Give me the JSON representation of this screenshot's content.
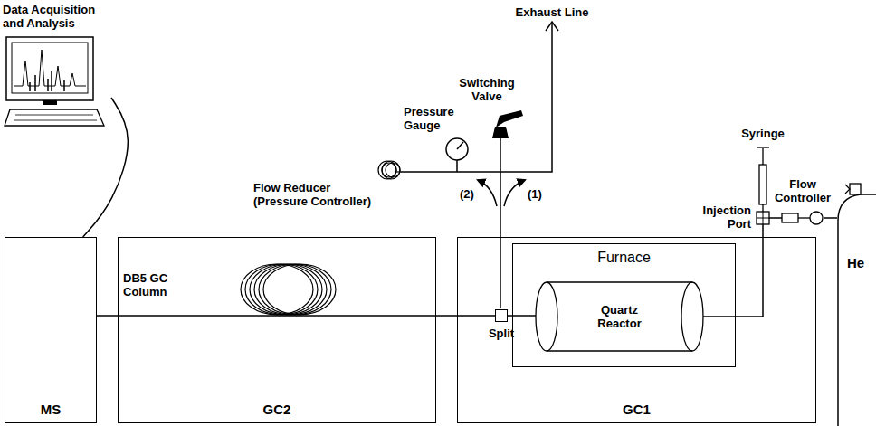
{
  "diagram": {
    "nodes": [
      {
        "text": [
          "Data Acquisition and Analysis"
        ]
      },
      {
        "text": [
          "Injection Port"
        ]
      },
      {
        "text": [
          "Flow Controller"
        ]
      },
      {
        "text": [
          "MS"
        ]
      },
      {
        "text": [
          "GC2"
        ]
      },
      {
        "text": [
          "GC1"
        ]
      },
      {
        "text": [
          "Furnace"
        ],
        "in": 5
      },
      {
        "text": [
          "Quartz Reactor"
        ],
        "in": 6
      },
      {
        "text": [
          "Split"
        ],
        "in": 5
      },
      {
        "text": [
          "He"
        ]
      }
    ],
    "edges": [
      {
        "from": 0,
        "to": 3,
        "arrow": "none"
      },
      {
        "from": 8,
        "to": 3,
        "arrow": "none"
      },
      {
        "from": 8,
        "to": 7,
        "arrow": "none"
      },
      {
        "from": 7,
        "to": 1,
        "arrow": "none"
      },
      {
        "from": 1,
        "to": 2,
        "arrow": "none"
      },
      {
        "from": 2,
        "to": 9,
        "arrow": "none"
      }
    ],
    "labels": [
      "Exhaust Line",
      "Switching Valve",
      "Syringe",
      "Pressure Gauge",
      "Flow Reducer (Pressure Controller)",
      "(2)",
      "(1)",
      "DB5 GC Column"
    ]
  }
}
